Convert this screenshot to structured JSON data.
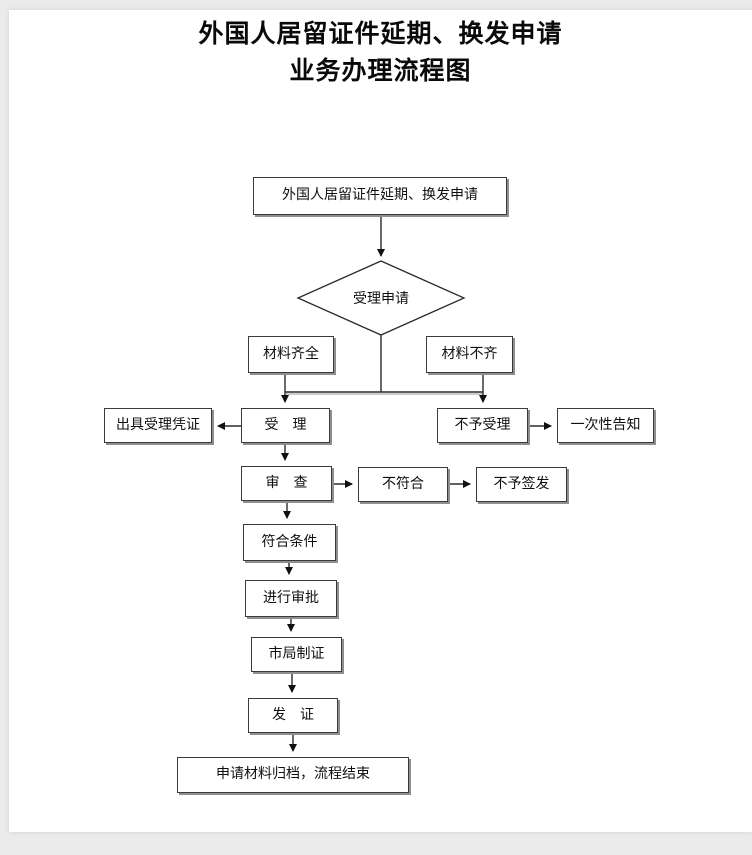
{
  "document": {
    "title_line1": "外国人居留证件延期、换发申请",
    "title_line2": "业务办理流程图"
  },
  "flowchart": {
    "nodes": {
      "start": "外国人居留证件延期、换发申请",
      "decision": "受理申请",
      "materials_complete": "材料齐全",
      "materials_incomplete": "材料不齐",
      "issue_receipt": "出具受理凭证",
      "accept": "受　理",
      "reject": "不予受理",
      "one_time_notice": "一次性告知",
      "review": "审　查",
      "not_conform": "不符合",
      "no_issuance": "不予签发",
      "conform": "符合条件",
      "approval": "进行审批",
      "city_bureau_production": "市局制证",
      "issue_certificate": "发　证",
      "end": "申请材料归档，流程结束"
    },
    "colors": {
      "line": "#2b2b2b",
      "box_border": "#3a3a3a",
      "box_shadow": "#8f8f8f",
      "text": "#101010",
      "page_background": "#ffffff",
      "outer_background": "#ebebeb"
    }
  }
}
